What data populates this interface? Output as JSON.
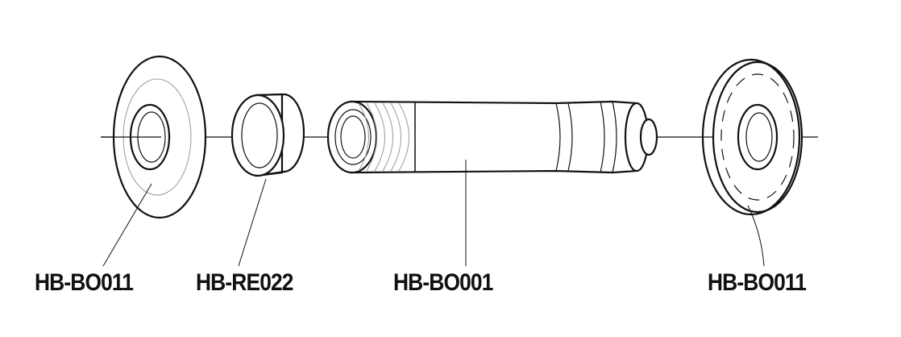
{
  "parts": [
    {
      "label": "HB-BO011",
      "name": "left-cup"
    },
    {
      "label": "HB-RE022",
      "name": "ring"
    },
    {
      "label": "HB-BO001",
      "name": "axle"
    },
    {
      "label": "HB-BO011",
      "name": "right-cup"
    }
  ]
}
